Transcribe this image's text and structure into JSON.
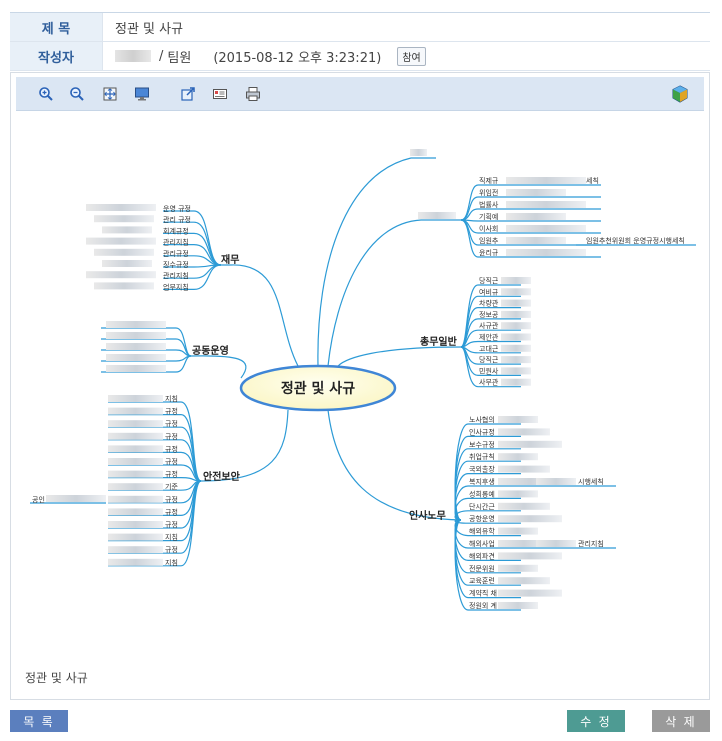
{
  "meta": {
    "title_label": "제 목",
    "title_value": "정관 및 사규",
    "author_label": "작성자",
    "author_team": "팀원",
    "date": "(2015-08-12 오후 3:23:21)",
    "ref_button": "참여"
  },
  "toolbar": {
    "icons": [
      "zoom-in-icon",
      "zoom-out-icon",
      "fit-screen-icon",
      "monitor-icon",
      "export-icon",
      "card-icon",
      "print-icon",
      "cube-icon"
    ]
  },
  "mindmap": {
    "center": "정관 및 사규",
    "branches": {
      "finance": "재무",
      "joint": "공동운영",
      "general": "총무일반",
      "safety": "안전보안",
      "hr": "인사노무"
    },
    "finance_items": [
      "운영 규정",
      "관리 규정",
      "회계규정",
      "관리지침",
      "관리규정",
      "징수규정",
      "관리지침",
      "업무지침"
    ],
    "top_right_items": [
      "직제규",
      "위임전",
      "법률사",
      "기획예",
      "이사회",
      "임원추",
      "윤리규"
    ],
    "top_right_suffix": [
      "세칙",
      "",
      "",
      "",
      "",
      "임원추천위원회 운영규정시행세칙",
      ""
    ],
    "general_items": [
      "당직근",
      "여비규",
      "차량관",
      "정보공",
      "사규관",
      "제안관",
      "고대근",
      "당직근",
      "민원사",
      "사무관"
    ],
    "safety_items": [
      "지침",
      "규정",
      "규정",
      "규정",
      "규정",
      "규정",
      "규정",
      "기준",
      "규정",
      "규정",
      "규정",
      "지침",
      "규정",
      "지침"
    ],
    "safety_extra": "공인",
    "hr_items": [
      "노사협의",
      "인사규정",
      "보수규정",
      "취업규칙",
      "국외출장",
      "복지후생",
      "성희롱예",
      "단시간근",
      "공항운영",
      "해외유학",
      "해외사업",
      "해외파견",
      "전문위원",
      "교육훈련",
      "계약직 채",
      "정원외 계"
    ],
    "hr_suffix": [
      "",
      "",
      "",
      "",
      "",
      "시행세칙",
      "",
      "",
      "",
      "",
      "관리지침",
      "",
      "",
      "",
      "",
      ""
    ]
  },
  "caption": "정관 및 사규",
  "buttons": {
    "list": "목 록",
    "edit": "수 정",
    "delete": "삭 제"
  }
}
